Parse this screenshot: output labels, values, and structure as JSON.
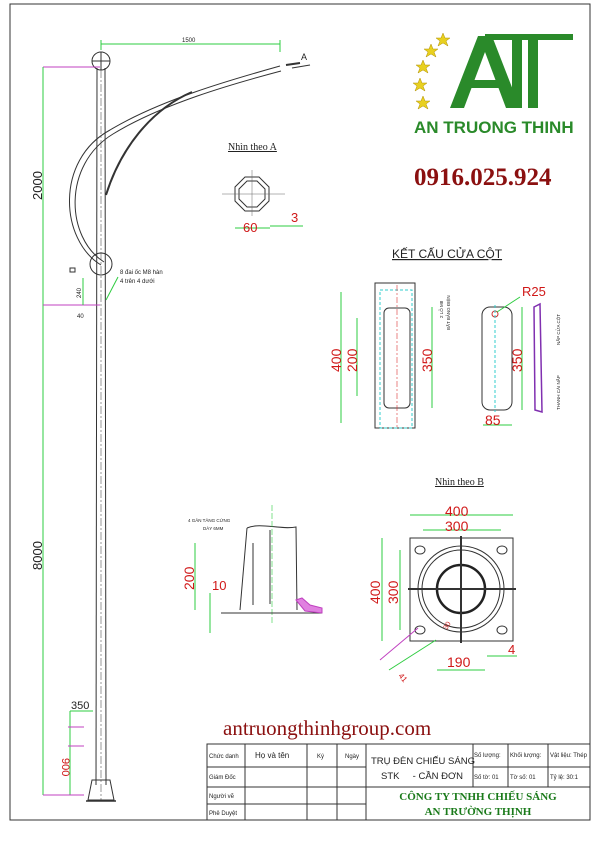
{
  "logo": {
    "brand": "AN TRUONG THINH",
    "monogram": "AT"
  },
  "phone": "0916.025.924",
  "website": "antruongthinhgroup.com",
  "pole": {
    "arm_length": "1500",
    "arrow_label": "A",
    "upper_height": "2000",
    "lower_height": "8000",
    "d240": "240",
    "d40": "40",
    "door_offset": "350",
    "door_bottom": "900",
    "note_line1": "8 đai ốc M8 hàn",
    "note_line2": "4 trên 4 dưới"
  },
  "view_a": {
    "title": "Nhìn theo A",
    "width": "60",
    "thickness": "3"
  },
  "door": {
    "title": "KẾT CẤU CỬA CỘT",
    "h400": "400",
    "h200": "200",
    "h350": "350",
    "note_holes": "2 LỖ M8",
    "note_holes2": "BẮT BẢNG ĐIỆN",
    "r25": "R25",
    "h350b": "350",
    "w85": "85",
    "note_cover": "NẮP CỬA CỘT",
    "note_bar": "THANH CÀI NẮP"
  },
  "base": {
    "note1": "4 GÂN TĂNG CỨNG",
    "note2": "DÀY 6MM",
    "h200": "200",
    "t10": "10"
  },
  "view_b": {
    "title": "Nhìn theo B",
    "w400": "400",
    "w300": "300",
    "h400": "400",
    "h300": "300",
    "d30": "30",
    "d41": "41",
    "d190": "190",
    "d4": "4"
  },
  "title_block": {
    "headers": [
      "Chức danh",
      "Họ và tên",
      "Ký",
      "Ngày"
    ],
    "rows": [
      "Giám Đốc",
      "Người vẽ",
      "Phê Duyệt"
    ],
    "drawing_title1": "TRỤ ĐÈN CHIẾU SÁNG",
    "drawing_title2": "STK     - CẦN ĐƠN",
    "qty": "Số lượng:",
    "weight": "Khối lượng:",
    "material": "Vật liệu: Thép",
    "sheet": "Số tờ: 01",
    "sheet_no": "Tờ số: 01",
    "scale": "Tỷ lệ: 30:1",
    "company1": "CÔNG TY TNHH CHIẾU SÁNG",
    "company2": "AN TRƯỜNG THỊNH"
  }
}
